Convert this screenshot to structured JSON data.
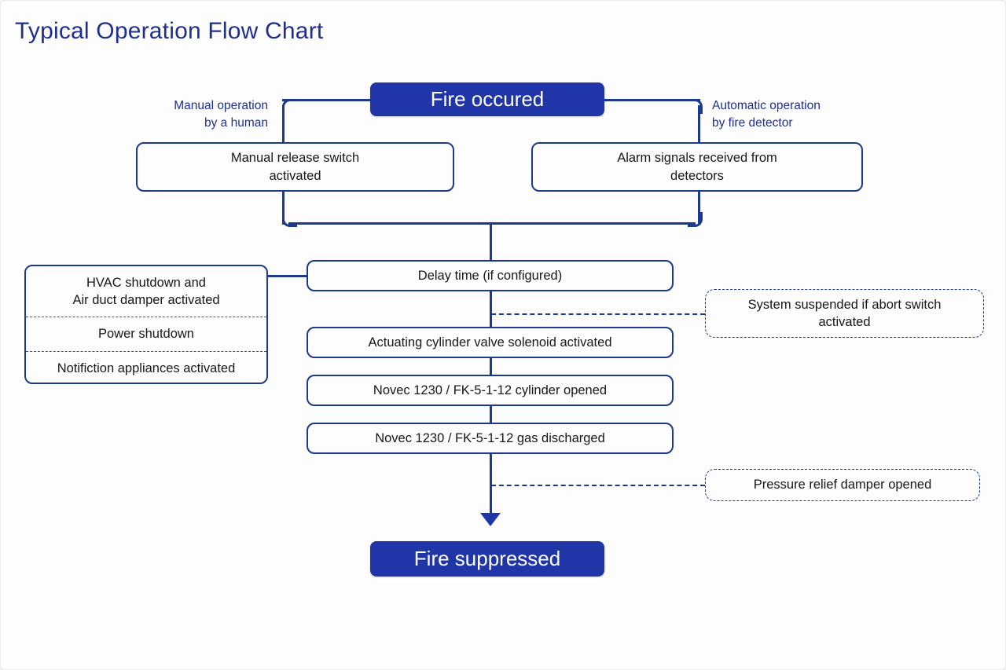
{
  "page": {
    "title": "Typical Operation Flow Chart",
    "background": "#fdfdfd",
    "accent": "#1f35a8",
    "line_color": "#1b3a8f",
    "label_color": "#1f2f8f"
  },
  "chart_data": {
    "type": "diagram",
    "title": "Typical Operation Flow Chart",
    "nodes": [
      {
        "id": "fire-occured",
        "label": "Fire occured",
        "style": "terminal"
      },
      {
        "id": "manual-release",
        "label": "Manual release switch activated",
        "style": "solid"
      },
      {
        "id": "alarm-signals",
        "label": "Alarm signals received from detectors",
        "style": "solid"
      },
      {
        "id": "delay-time",
        "label": "Delay time (if configured)",
        "style": "solid"
      },
      {
        "id": "auxiliary-actions",
        "label": "HVAC shutdown and Air duct damper activated / Power shutdown / Notifiction appliances activated",
        "style": "stacked"
      },
      {
        "id": "abort-switch",
        "label": "System suspended if abort switch activated",
        "style": "dashed"
      },
      {
        "id": "solenoid",
        "label": "Actuating cylinder valve solenoid activated",
        "style": "solid"
      },
      {
        "id": "cylinder-opened",
        "label": "Novec 1230 / FK-5-1-12 cylinder opened",
        "style": "solid"
      },
      {
        "id": "gas-discharged",
        "label": "Novec 1230 / FK-5-1-12 gas discharged",
        "style": "solid"
      },
      {
        "id": "pressure-relief",
        "label": "Pressure relief damper opened",
        "style": "dashed"
      },
      {
        "id": "fire-suppressed",
        "label": "Fire suppressed",
        "style": "terminal"
      }
    ],
    "edges": [
      {
        "from": "fire-occured",
        "to": "manual-release",
        "style": "solid",
        "annotation": "Manual operation by a human"
      },
      {
        "from": "fire-occured",
        "to": "alarm-signals",
        "style": "solid",
        "annotation": "Automatic operation by fire detector"
      },
      {
        "from": "manual-release",
        "to": "delay-time",
        "style": "solid"
      },
      {
        "from": "alarm-signals",
        "to": "delay-time",
        "style": "solid"
      },
      {
        "from": "auxiliary-actions",
        "to": "delay-time",
        "style": "solid"
      },
      {
        "from": "delay-time",
        "to": "solenoid",
        "style": "solid"
      },
      {
        "from": "delay-time",
        "to": "abort-switch",
        "style": "dashed"
      },
      {
        "from": "solenoid",
        "to": "cylinder-opened",
        "style": "solid"
      },
      {
        "from": "cylinder-opened",
        "to": "gas-discharged",
        "style": "solid"
      },
      {
        "from": "gas-discharged",
        "to": "pressure-relief",
        "style": "dashed"
      },
      {
        "from": "gas-discharged",
        "to": "fire-suppressed",
        "style": "solid",
        "arrow": true
      }
    ]
  },
  "flow": {
    "start": {
      "label": "Fire occured"
    },
    "branch_labels": {
      "manual": "Manual operation\nby a human",
      "automatic": "Automatic operation\nby fire detector"
    },
    "manual_box": {
      "label": "Manual release switch\nactivated"
    },
    "automatic_box": {
      "label": "Alarm signals received from\ndetectors"
    },
    "delay": {
      "label": "Delay time (if configured)"
    },
    "auxiliary": {
      "rows": [
        {
          "label": "HVAC shutdown and\nAir duct damper activated"
        },
        {
          "label": "Power shutdown"
        },
        {
          "label": "Notifiction appliances activated"
        }
      ]
    },
    "abort": {
      "label": "System suspended if abort switch\nactivated"
    },
    "solenoid": {
      "label": "Actuating cylinder valve solenoid activated"
    },
    "cylinder": {
      "label": "Novec 1230 / FK-5-1-12 cylinder opened"
    },
    "discharge": {
      "label": "Novec 1230 / FK-5-1-12 gas discharged"
    },
    "pressure_relief": {
      "label": "Pressure relief damper opened"
    },
    "end": {
      "label": "Fire suppressed"
    }
  }
}
